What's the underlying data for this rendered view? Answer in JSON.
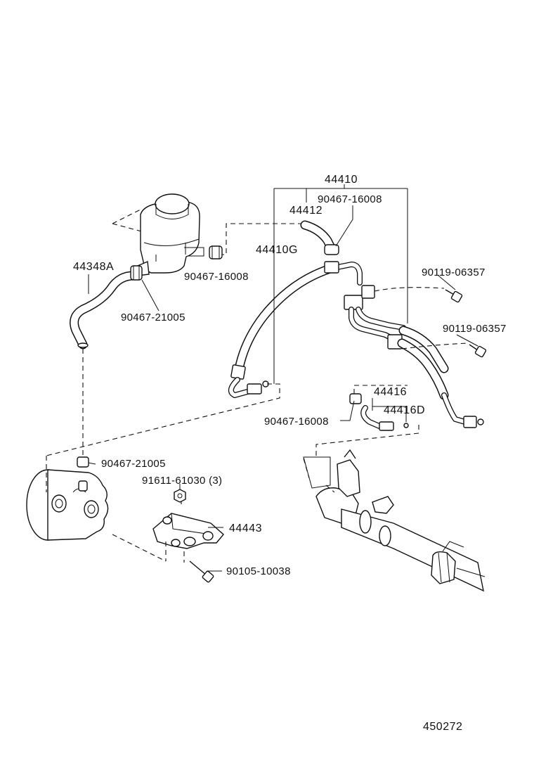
{
  "labels": {
    "p44410": "44410",
    "p90467_16008_top": "90467-16008",
    "p44412": "44412",
    "p44410G": "44410G",
    "p44348A": "44348A",
    "p90467_16008_res": "90467-16008",
    "p90467_21005_res": "90467-21005",
    "p90119_06357_a": "90119-06357",
    "p90119_06357_b": "90119-06357",
    "p44416": "44416",
    "p44416D": "44416D",
    "p90467_16008_mid": "90467-16008",
    "p90467_21005_pump": "90467-21005",
    "p91611_61030": "91611-61030 (3)",
    "p44443": "44443",
    "p90105_10038": "90105-10038"
  },
  "figure_number": "450272",
  "icons": {
    "reservoir": "reservoir-tank-icon",
    "pump": "power-steering-pump-icon",
    "bracket": "pump-bracket-icon",
    "gear": "steering-gear-rack-icon",
    "clamp": "hose-clamp-icon",
    "bolt": "bolt-icon",
    "nut": "nut-icon"
  }
}
